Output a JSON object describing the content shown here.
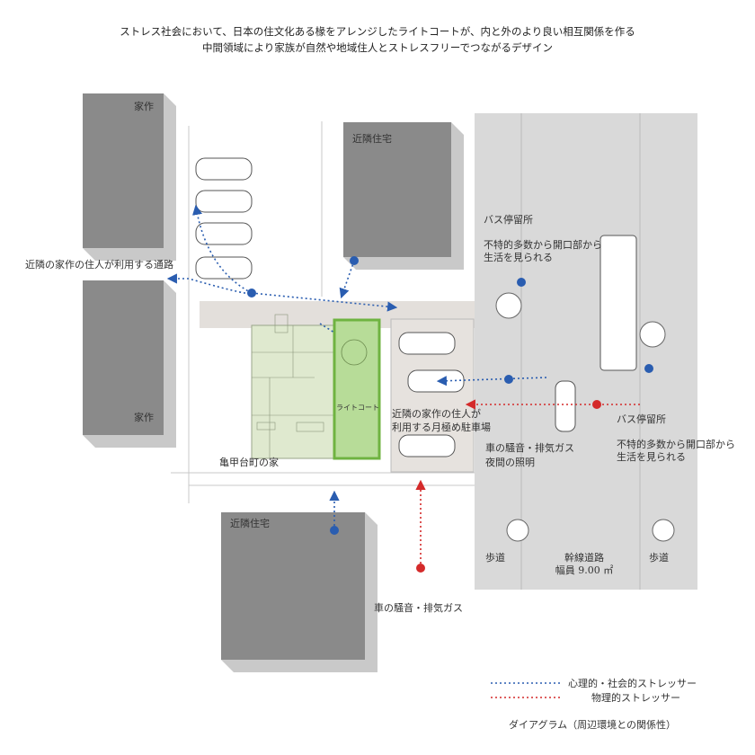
{
  "header": {
    "line1": "ストレス社会において、日本の住文化ある椽をアレンジしたライトコートが、内と外のより良い相互関係を作る",
    "line2": "中間領域により家族が自然や地域住人とストレスフリーでつながるデザイン"
  },
  "buildings": {
    "ie_saku_top": "家作",
    "ie_saku_bottom": "家作",
    "neighbor_top": "近隣住宅",
    "neighbor_bottom": "近隣住宅"
  },
  "labels": {
    "path": "近隣の家作の住人が利用する通路",
    "house": "亀甲台町の家",
    "lightcourt": "ライトコート",
    "parking_line1": "近隣の家作の住人が",
    "parking_line2": "利用する月極め駐車場",
    "bus_stop_top": "バス停留所",
    "bus_stop_top_note1": "不特的多数から開口部から",
    "bus_stop_top_note2": "生活を見られる",
    "bus_stop_right": "バス停留所",
    "bus_stop_right_note1": "不特的多数から開口部から",
    "bus_stop_right_note2": "生活を見られる",
    "car_noise1": "車の騒音・排気ガス",
    "car_noise2": "夜間の照明",
    "sidewalk_left": "歩道",
    "sidewalk_right": "歩道",
    "main_road": "幹線道路",
    "road_width": "幅員 9.00 ㎡",
    "car_noise_bottom": "車の騒音・排気ガス"
  },
  "legend": {
    "psychological": "心理的・社会的ストレッサー",
    "physical": "物理的ストレッサー",
    "caption": "ダイアグラム（周辺環境との関係性）"
  },
  "colors": {
    "psychological": "#2a5db0",
    "physical": "#d42a2a",
    "building": "#8a8a8a",
    "building_shadow": "#c9c9c9",
    "lightcourt": "#8dc86a",
    "house": "#dfe9cf",
    "road": "#d9d9d9"
  }
}
